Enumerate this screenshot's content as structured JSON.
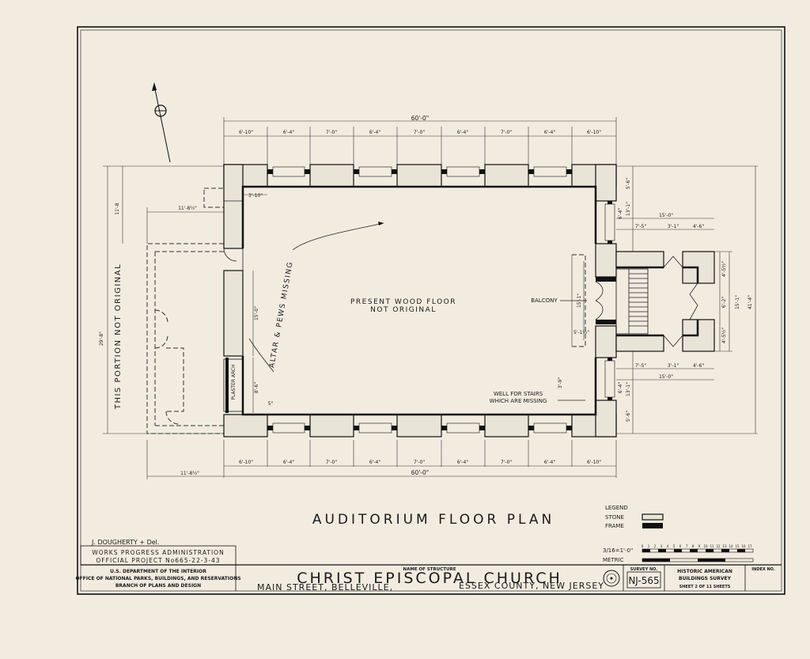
{
  "drawing": {
    "title": "AUDITORIUM FLOOR PLAN",
    "north_arrow_icon": "north-arrow-icon"
  },
  "plan_notes": {
    "floor": "PRESENT WOOD FLOOR",
    "floor2": "NOT ORIGINAL",
    "altar": "ALTAR & PEWS MISSING",
    "balcony": "BALCONY",
    "stairs": "WELL FOR STAIRS",
    "stairs2": "WHICH ARE MISSING",
    "not_original": "THIS PORTION NOT ORIGINAL",
    "plaster_arch": "PLASTER ARCH"
  },
  "dimensions": {
    "top_total": "60'-0\"",
    "bottom_total": "60'-0\"",
    "top_segments": [
      "6'-10\"",
      "6'-4\"",
      "7'-0\"",
      "6'-4\"",
      "7'-0\"",
      "6'-4\"",
      "7'-0\"",
      "6'-4\"",
      "6'-10\""
    ],
    "bottom_segments": [
      "6'-10\"",
      "6'-4\"",
      "7'-0\"",
      "6'-4\"",
      "7'-0\"",
      "6'-4\"",
      "7'-0\"",
      "6'-4\"",
      "6'-10\""
    ],
    "left_height": "29'-8\"",
    "left_top": "11'-8",
    "left_addition_top": "11'-8½\"",
    "left_addition_bottom": "11'-8½\"",
    "corner_inset": "3'-10\"",
    "arch_height": "15'-0\"",
    "lower_side": "8'-6\"",
    "small": "5\"",
    "right_total": "41'-4\"",
    "right_mid": "15'-1\"",
    "right_top": "5'-6\"",
    "right_bottom": "5'-6\"",
    "right_a": "13'-1\"",
    "right_b": "13'-1\"",
    "right_c": "6'-4\"",
    "right_d": "6'-4\"",
    "tower_width_top": "15'-0\"",
    "tower_width_bottom": "15'-0\"",
    "tower_a": "7'-5\"",
    "tower_b": "3'-1\"",
    "tower_c": "4'-6\"",
    "tower_d": "7'-5\"",
    "tower_e": "3'-1\"",
    "tower_f": "4'-6\"",
    "tower_h1": "4'-5½\"",
    "tower_h2": "6'-2\"",
    "tower_h3": "4'-5½\"",
    "tower_h4": "15'-1\"",
    "balcony_dim": "15'-1\"",
    "stair_small": "3'-9\"",
    "stair_small2": "5'-1½\""
  },
  "legend": {
    "title": "LEGEND",
    "stone": "STONE",
    "frame": "FRAME"
  },
  "scale": {
    "label": "3/16=1'-0\"",
    "metric": "METRIC",
    "ticks": [
      "0",
      "1",
      "2",
      "3",
      "4",
      "5",
      "6",
      "7",
      "8",
      "9",
      "10",
      "11",
      "12",
      "13",
      "14",
      "15",
      "16",
      "17"
    ]
  },
  "title_block": {
    "delineator": "J. DOUGHERTY + Del.",
    "wpa": "WORKS PROGRESS ADMINISTRATION",
    "project": "OFFICIAL PROJECT No665-22-3-43",
    "dept1": "U.S. DEPARTMENT OF THE INTERIOR",
    "dept2": "OFFICE OF NATIONAL PARKS, BUILDINGS, AND RESERVATIONS",
    "dept3": "BRANCH OF PLANS AND DESIGN",
    "name_label": "NAME OF STRUCTURE",
    "structure": "CHRIST EPISCOPAL CHURCH",
    "addr1": "MAIN STREET, BELLEVILLE,",
    "addr2": "ESSEX COUNTY, NEW JERSEY",
    "survey_label": "SURVEY NO.",
    "survey_no": "NJ-565",
    "habs1": "HISTORIC AMERICAN",
    "habs2": "BUILDINGS SURVEY",
    "sheet": "SHEET 2 OF 11 SHEETS",
    "index_label": "INDEX NO."
  }
}
